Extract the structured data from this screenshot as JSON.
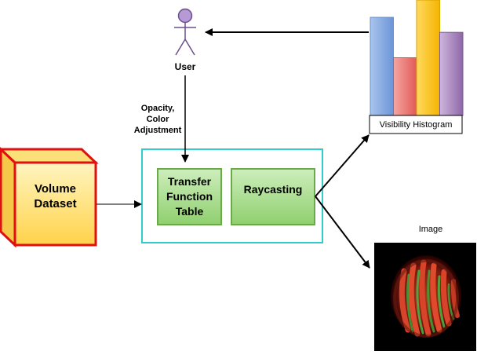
{
  "nodes": {
    "user": {
      "label": "User"
    },
    "annotation": {
      "label": "Opacity,\nColor\nAdjustment"
    },
    "volume": {
      "label": "Volume\nDataset"
    },
    "transfer": {
      "label": "Transfer\nFunction\nTable"
    },
    "raycasting": {
      "label": "Raycasting"
    },
    "histogram": {
      "label": "Visibility Histogram",
      "bar_values": [
        0.85,
        0.5,
        1.0,
        0.72
      ]
    },
    "image": {
      "label": "Image"
    }
  },
  "colors": {
    "cube_fill": "#ffe070",
    "cube_stroke": "#e01010",
    "container_stroke": "#33cccc",
    "green_fill": "#a8d98a",
    "green_stroke": "#6aaa4a",
    "user_fill": "#b59ad6",
    "bar_colors": [
      "#7ea6e0",
      "#ea6b66",
      "#ffc61f",
      "#a680b8"
    ]
  }
}
